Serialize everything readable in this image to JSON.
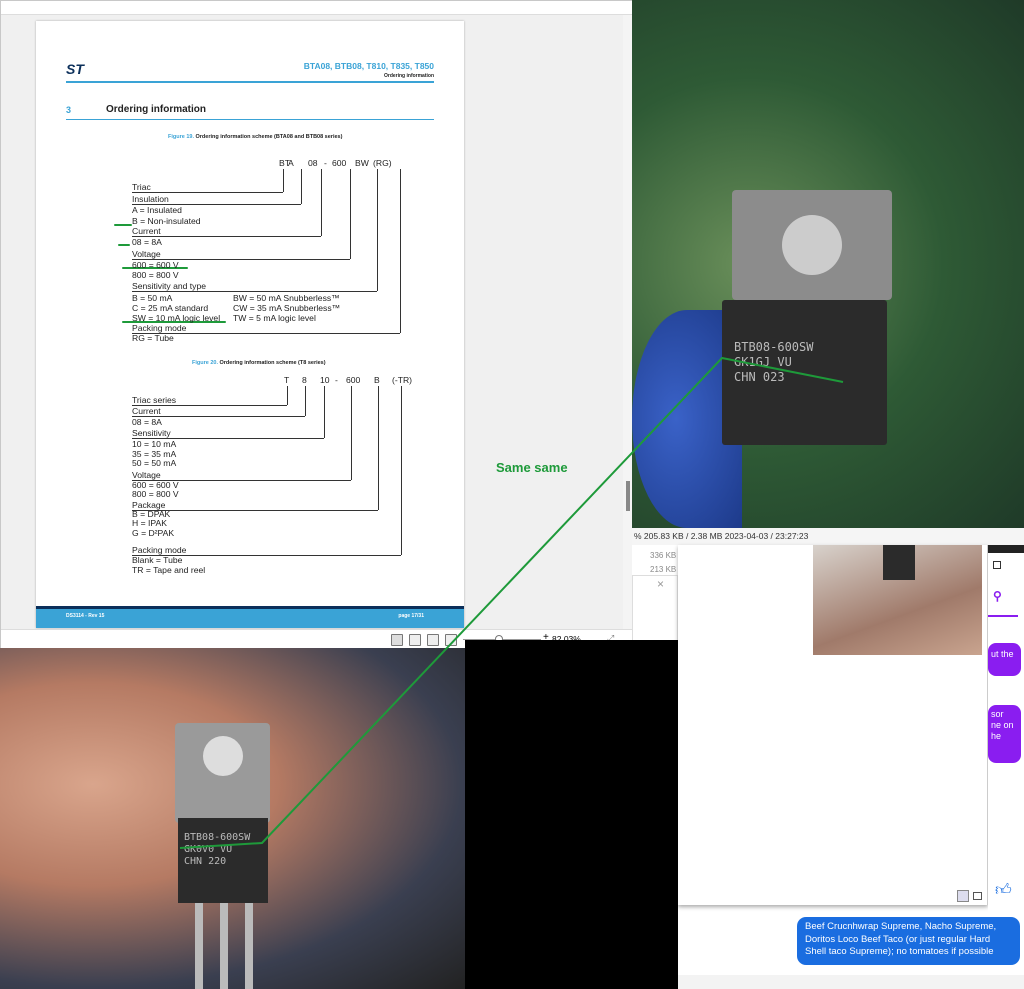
{
  "datasheet": {
    "header_title": "BTA08, BTB08, T810, T835, T850",
    "header_sub": "Ordering information",
    "section_num": "3",
    "section_title": "Ordering information",
    "fig19_label": "Figure 19.",
    "fig19_title": "Ordering information scheme (BTA08 and BTB08 series)",
    "fig19_code": [
      "BT",
      "A",
      "08",
      "-",
      "600",
      "BW",
      "(RG)"
    ],
    "fig19_lines": [
      "Triac",
      "Insulation",
      "A = Insulated",
      "B = Non-insulated",
      "Current",
      "08 = 8A",
      "Voltage",
      "600 = 600 V",
      "800 = 800 V",
      "Sensitivity and type",
      "B = 50 mA",
      "C = 25 mA standard",
      "SW = 10 mA logic level",
      "Packing mode",
      "RG = Tube"
    ],
    "fig19_right": [
      "BW = 50 mA Snubberless™",
      "CW = 35 mA Snubberless™",
      "TW = 5 mA logic level"
    ],
    "fig20_label": "Figure 20.",
    "fig20_title": "Ordering information scheme (T8 series)",
    "fig20_code": [
      "T",
      "8",
      "10",
      "-",
      "600",
      "B",
      "(-TR)"
    ],
    "fig20_lines": [
      "Triac series",
      "Current",
      "08 = 8A",
      "Sensitivity",
      "10 = 10 mA",
      "35 = 35 mA",
      "50 = 50 mA",
      "Voltage",
      "600 = 600 V",
      "800 = 800 V",
      "Package",
      "B = DPAK",
      "H = IPAK",
      "G = D²PAK",
      "Packing mode",
      "Blank  = Tube",
      "TR = Tape and reel"
    ],
    "footer_left": "DS3114 - Rev 15",
    "footer_right": "page 17/31"
  },
  "viewer": {
    "zoom": "82.03%"
  },
  "image_viewer": {
    "status": "%   205.83 KB / 2.38 MB    2023-04-03 / 23:27:23"
  },
  "files": [
    "336 KB",
    "213 KB"
  ],
  "photo_labels": {
    "top_chip": [
      "BTB08-600SW",
      "GK1GJ  VU",
      "CHN   023"
    ],
    "bottom_chip": [
      "BTB08-600SW",
      "GK0V0  VU",
      "CHN   220"
    ]
  },
  "annotation": {
    "text": "Same same",
    "color": "#1e9a3a"
  },
  "messenger": {
    "bubbles": [
      "ut the",
      "sor\nne on\nhe"
    ],
    "sent": "Beef Crucnhwrap Supreme, Nacho Supreme, Doritos Loco Beef Taco (or just regular Hard Shell taco Supreme); no tomatoes if possible",
    "accent": "#8a1df0",
    "sent_color": "#1a6de0"
  }
}
